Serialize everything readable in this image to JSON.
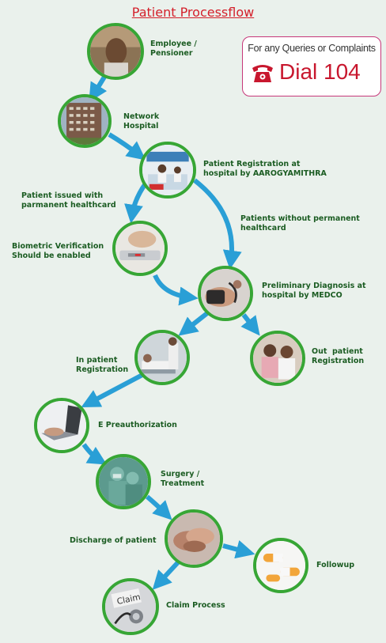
{
  "title": "Patient Processflow",
  "contact": {
    "line1": "For any Queries or Complaints",
    "line2": "Dial 104"
  },
  "colors": {
    "arrow": "#2a9fd6",
    "ring": "#37a635",
    "label": "#1b5c22",
    "title": "#d4202b"
  },
  "steps": [
    {
      "id": "employee",
      "lines": [
        "Employee /",
        "Pensioner"
      ],
      "icon": "elderly-man-photo"
    },
    {
      "id": "network",
      "lines": [
        "Network",
        "Hospital"
      ],
      "icon": "hospital-building-photo"
    },
    {
      "id": "registration",
      "lines": [
        "Patient Registration at",
        "hospital by AAROGYAMITHRA"
      ],
      "icon": "registration-desk-photo"
    },
    {
      "id": "issued",
      "lines": [
        "Patient issued with",
        "parmanent healthcard"
      ],
      "icon": ""
    },
    {
      "id": "without",
      "lines": [
        "Patients without permanent",
        "healthcard"
      ],
      "icon": ""
    },
    {
      "id": "biometric",
      "lines": [
        "Biometric Verification",
        "Should be enabled"
      ],
      "icon": "fingerprint-scanner-photo"
    },
    {
      "id": "diagnosis",
      "lines": [
        "Preliminary Diagnosis at",
        "hospital by MEDCO"
      ],
      "icon": "blood-pressure-photo"
    },
    {
      "id": "inpatient",
      "lines": [
        "In patient",
        "Registration"
      ],
      "icon": "hospital-bed-photo"
    },
    {
      "id": "outpatient",
      "lines": [
        "Out  patient",
        "Registration"
      ],
      "icon": "doctor-consult-photo"
    },
    {
      "id": "preauth",
      "lines": [
        "E Preauthorization"
      ],
      "icon": "laptop-typing-photo"
    },
    {
      "id": "surgery",
      "lines": [
        "Surgery /",
        "Treatment"
      ],
      "icon": "surgeons-photo"
    },
    {
      "id": "discharge",
      "lines": [
        "Discharge of patient"
      ],
      "icon": "holding-hands-photo"
    },
    {
      "id": "followup",
      "lines": [
        "Followup"
      ],
      "icon": "pills-photo"
    },
    {
      "id": "claim",
      "lines": [
        "Claim Process"
      ],
      "icon": "claim-stethoscope-photo"
    }
  ]
}
